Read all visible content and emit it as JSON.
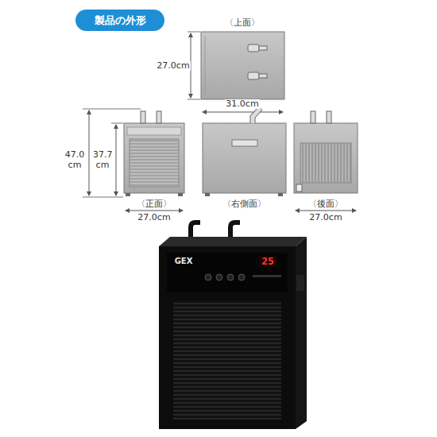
{
  "diagram": {
    "title": "製品の外形",
    "labels": [
      "〈上面〉",
      "27.0cm",
      "31.0cm",
      "47.0 cm",
      "37.7 cm",
      "〈正面〉",
      "27.0cm",
      "〈右側面〉",
      "〈後面〉",
      "27.0cm",
      "GEX",
      "25"
    ]
  }
}
